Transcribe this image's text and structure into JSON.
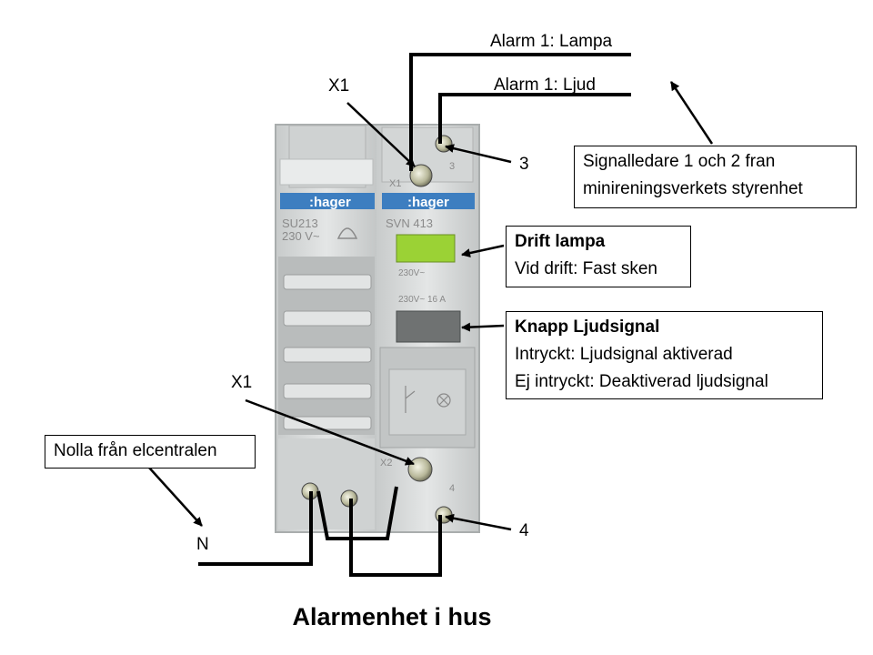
{
  "labels": {
    "alarm_lampa": "Alarm 1: Lampa",
    "alarm_ljud": "Alarm 1: Ljud",
    "x1_top": "X1",
    "x1_bottom": "X1",
    "terminal_3": "3",
    "terminal_4": "4",
    "terminal_n": "N"
  },
  "boxes": {
    "signal": {
      "line1": "Signalledare 1 och 2 fran",
      "line2": "minireningsverkets styrenhet"
    },
    "drift": {
      "title": "Drift lampa",
      "line1": "Vid drift: Fast sken"
    },
    "knapp": {
      "title": "Knapp Ljudsignal",
      "line1": "Intryckt: Ljudsignal aktiverad",
      "line2": "Ej intryckt: Deaktiverad ljudsignal"
    },
    "nolla": {
      "text": "Nolla från elcentralen"
    }
  },
  "device": {
    "left_brand": ":hager",
    "left_model": "SU213",
    "left_rating": "230 V~",
    "right_brand": ":hager",
    "right_model": "SVN 413",
    "right_rating1": "230V~",
    "right_rating2": "230V~  16 A",
    "term_x1": "X1",
    "term_x2": "X2",
    "term_3": "3",
    "term_4": "4"
  },
  "title": "Alarmenhet i hus",
  "colors": {
    "lamp": "#9bd235",
    "wire": "#000000",
    "device_body": "#d9dcdc"
  }
}
